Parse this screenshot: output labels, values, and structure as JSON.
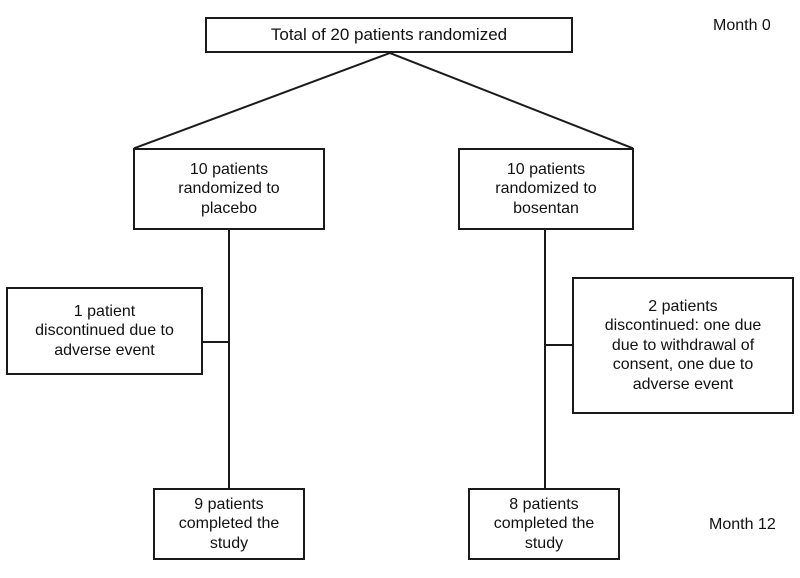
{
  "diagram": {
    "type": "flowchart",
    "title": "CONSORT patient randomization flow diagram",
    "background_color": "#ffffff",
    "border_color": "#1a1a1a",
    "text_color": "#111111",
    "nodes": {
      "total": {
        "id": "total-randomized",
        "text": "Total of 20 patients randomized",
        "count": 20
      },
      "placebo": {
        "id": "placebo-arm",
        "text": "10 patients\nrandomized to\nplacebo",
        "count": 10
      },
      "bosentan": {
        "id": "bosentan-arm",
        "text": "10 patients\nrandomized to\nbosentan",
        "count": 10
      },
      "placebo_discontinued": {
        "id": "placebo-discontinued",
        "text": "1 patient\ndiscontinued due to\nadverse event",
        "count": 1
      },
      "bosentan_discontinued": {
        "id": "bosentan-discontinued",
        "text": "2 patients\ndiscontinued: one due\ndue to withdrawal of\nconsent, one due to\nadverse event",
        "count": 2
      },
      "placebo_completed": {
        "id": "placebo-completed",
        "text": "9 patients\ncompleted the\nstudy",
        "count": 9
      },
      "bosentan_completed": {
        "id": "bosentan-completed",
        "text": "8 patients\ncompleted the\nstudy",
        "count": 8
      }
    },
    "timeline": {
      "start_label": "Month 0",
      "end_label": "Month 12"
    }
  }
}
